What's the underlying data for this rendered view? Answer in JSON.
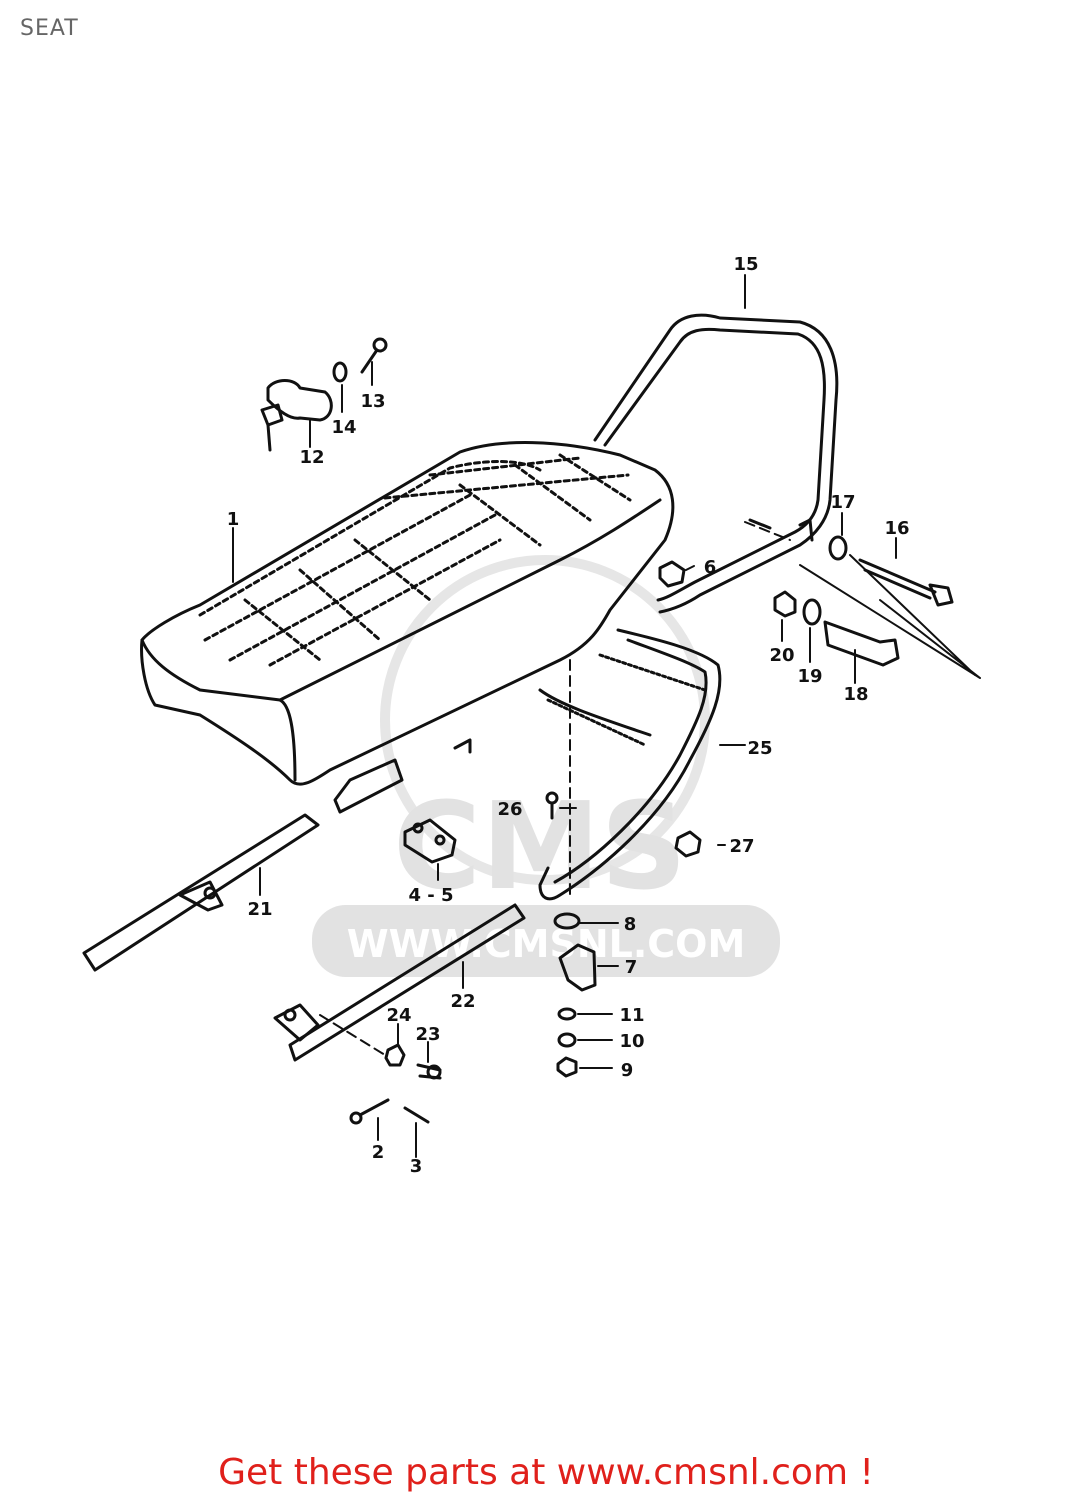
{
  "title": "SEAT",
  "watermark": {
    "logo_text": "CMS",
    "url_text": "WWW.CMSNL.COM"
  },
  "cta_text": "Get these parts at www.cmsnl.com !",
  "colors": {
    "title": "#666666",
    "cta": "#e0201b",
    "lines": "#111111",
    "watermark": "#e2e2e2"
  },
  "parts": [
    {
      "id": "1",
      "label": "1"
    },
    {
      "id": "2",
      "label": "2"
    },
    {
      "id": "3",
      "label": "3"
    },
    {
      "id": "4-5",
      "label": "4 - 5"
    },
    {
      "id": "6",
      "label": "6"
    },
    {
      "id": "7",
      "label": "7"
    },
    {
      "id": "8",
      "label": "8"
    },
    {
      "id": "9",
      "label": "9"
    },
    {
      "id": "10",
      "label": "10"
    },
    {
      "id": "11",
      "label": "11"
    },
    {
      "id": "12",
      "label": "12"
    },
    {
      "id": "13",
      "label": "13"
    },
    {
      "id": "14",
      "label": "14"
    },
    {
      "id": "15",
      "label": "15"
    },
    {
      "id": "16",
      "label": "16"
    },
    {
      "id": "17",
      "label": "17"
    },
    {
      "id": "18",
      "label": "18"
    },
    {
      "id": "19",
      "label": "19"
    },
    {
      "id": "20",
      "label": "20"
    },
    {
      "id": "21",
      "label": "21"
    },
    {
      "id": "22",
      "label": "22"
    },
    {
      "id": "23",
      "label": "23"
    },
    {
      "id": "24",
      "label": "24"
    },
    {
      "id": "25",
      "label": "25"
    },
    {
      "id": "26",
      "label": "26"
    },
    {
      "id": "27",
      "label": "27"
    }
  ]
}
